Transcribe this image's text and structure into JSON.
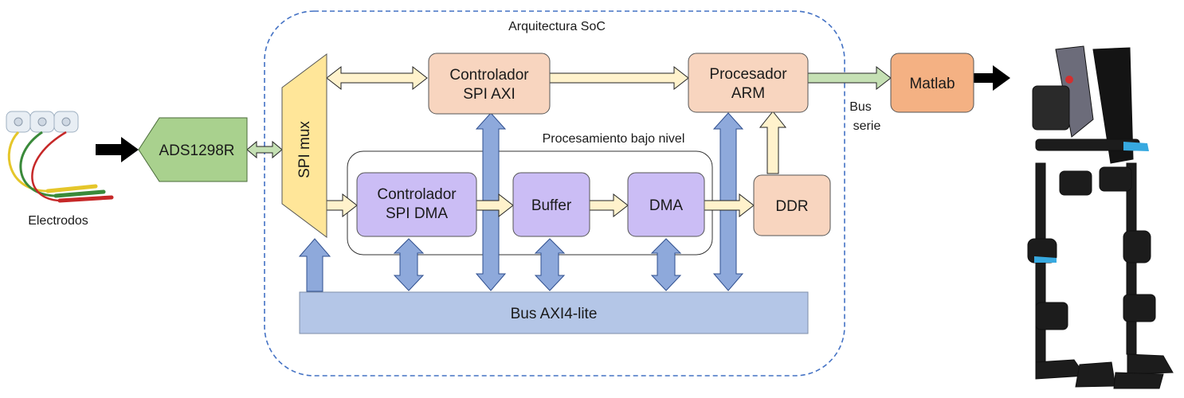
{
  "soc": {
    "title": "Arquitectura SoC"
  },
  "low_level": {
    "title": "Procesamiento bajo nivel"
  },
  "electrodes": {
    "label": "Electrodos"
  },
  "ads": {
    "label": "ADS1298R"
  },
  "spi_mux": {
    "label": "SPI mux"
  },
  "spi_axi": {
    "line1": "Controlador",
    "line2": "SPI AXI"
  },
  "arm": {
    "line1": "Procesador",
    "line2": "ARM"
  },
  "matlab": {
    "label": "Matlab"
  },
  "serial_bus": {
    "line1": "Bus",
    "line2": "serie"
  },
  "spi_dma": {
    "line1": "Controlador",
    "line2": "SPI DMA"
  },
  "buffer": {
    "label": "Buffer"
  },
  "dma": {
    "label": "DMA"
  },
  "ddr": {
    "label": "DDR"
  },
  "axi_bus": {
    "label": "Bus AXI4-lite"
  },
  "colors": {
    "peach": "#f8d5bf",
    "purple": "#cbbdf5",
    "bus_blue": "#b4c6e7",
    "arrow_cream": "#fff2cc",
    "arrow_blue": "#8ea9db",
    "arrow_green": "#c5e0b4",
    "ads_green": "#a9d18e",
    "mux_yellow": "#ffe699",
    "matlab_orange": "#f4b183",
    "dashed_border": "#4472c4"
  }
}
